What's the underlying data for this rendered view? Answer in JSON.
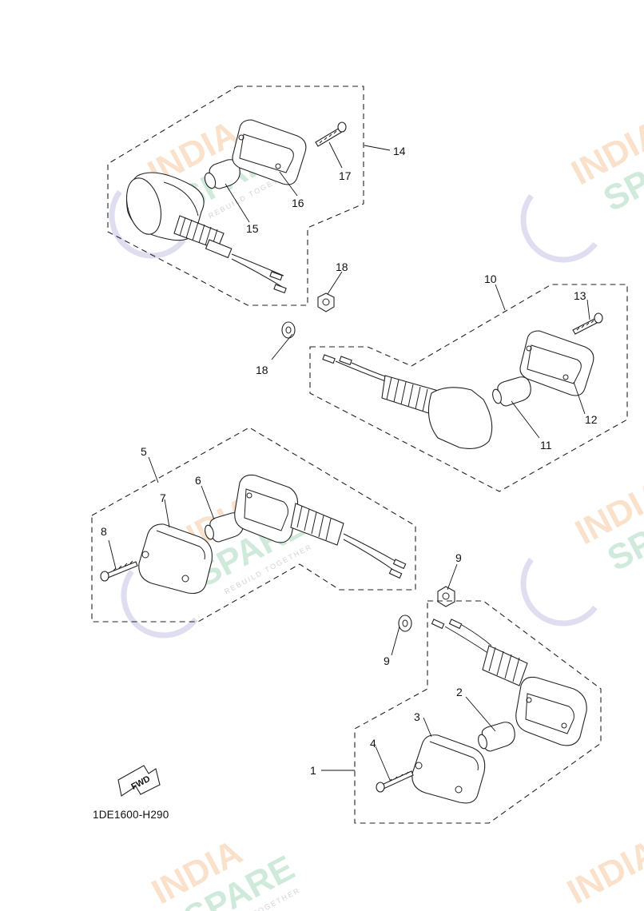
{
  "diagram": {
    "code": "1DE1600-H290",
    "fwd_label": "FWD",
    "watermark": {
      "line1": "INDIA",
      "line2": "SPARE",
      "tagline": "REBUILD TOGETHER"
    },
    "labels": {
      "l1": "1",
      "l2": "2",
      "l3": "3",
      "l4": "4",
      "l5": "5",
      "l6": "6",
      "l7": "7",
      "l8": "8",
      "l9a": "9",
      "l9b": "9",
      "l10": "10",
      "l11": "11",
      "l12": "12",
      "l13": "13",
      "l14": "14",
      "l15": "15",
      "l16": "16",
      "l17": "17",
      "l18a": "18",
      "l18b": "18"
    }
  },
  "colors": {
    "line": "#222222",
    "watermark_orange": "#f7c9a4",
    "watermark_green": "#a8d9bd",
    "watermark_purple": "#c7c7e6"
  }
}
